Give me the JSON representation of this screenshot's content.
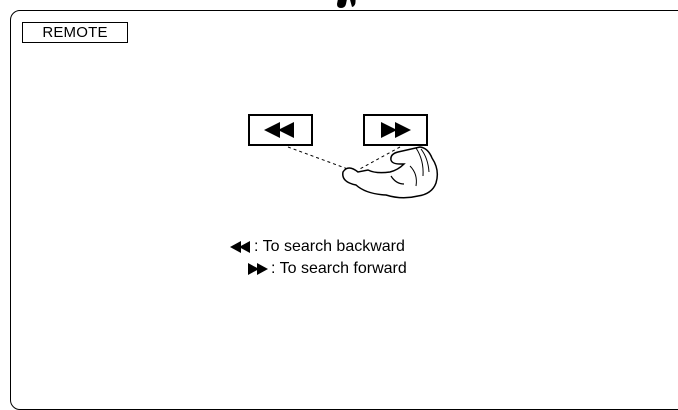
{
  "panel": {
    "label": "REMOTE"
  },
  "buttons": {
    "reverse": {
      "icon": "fast-reverse-icon"
    },
    "forward": {
      "icon": "fast-forward-icon"
    }
  },
  "legend": {
    "reverse_text": ": To search backward",
    "forward_text": ": To search forward"
  },
  "colors": {
    "ink": "#000000",
    "background": "#ffffff"
  }
}
